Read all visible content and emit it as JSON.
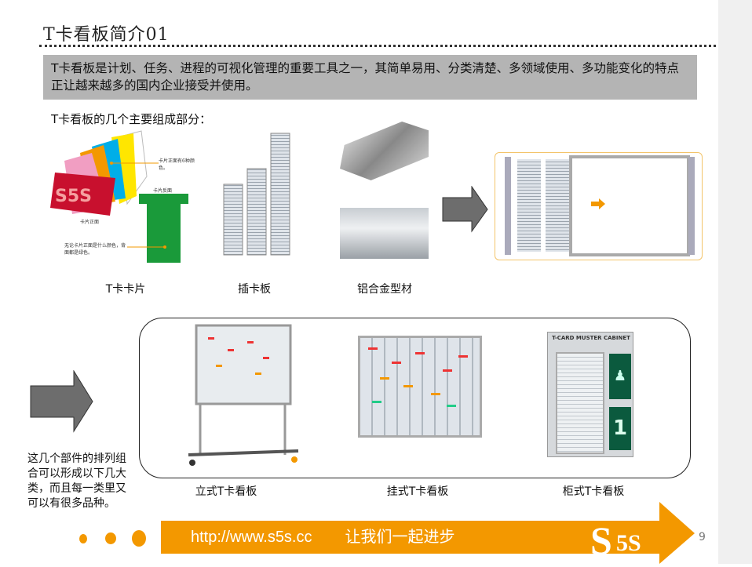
{
  "title": "T卡看板简介01",
  "intro": "T卡看板是计划、任务、进程的可视化管理的重要工具之一，其简单易用、分类清楚、多领域使用、多功能变化的特点正让越来越多的国内企业接受并使用。",
  "subtitle": "T卡看板的几个主要组成部分：",
  "components": [
    {
      "label": "T卡卡片"
    },
    {
      "label": "插卡板"
    },
    {
      "label": "铝合金型材"
    }
  ],
  "card_image": {
    "front_colors_note": "卡片正面有6种颜色。",
    "back_label": "卡片反面",
    "front_label": "卡片正面",
    "back_note": "无论卡片正面是什么颜色，背面都是绿色。"
  },
  "types_note": "这几个部件的排列组合可以形成以下几大类，而且每一类里又可以有很多品种。",
  "types": [
    {
      "label": "立式T卡看板"
    },
    {
      "label": "挂式T卡看板"
    },
    {
      "label": "柜式T卡看板"
    }
  ],
  "cabinet_header": "T-CARD MUSTER CABINET",
  "cabinet_number": "1",
  "footer": {
    "url": "http://www.s5s.cc",
    "slogan": "让我们一起进步",
    "logo": "S5S"
  },
  "page_number": "9",
  "colors": {
    "accent": "#f39800",
    "intro_bg": "#b4b4b4"
  }
}
